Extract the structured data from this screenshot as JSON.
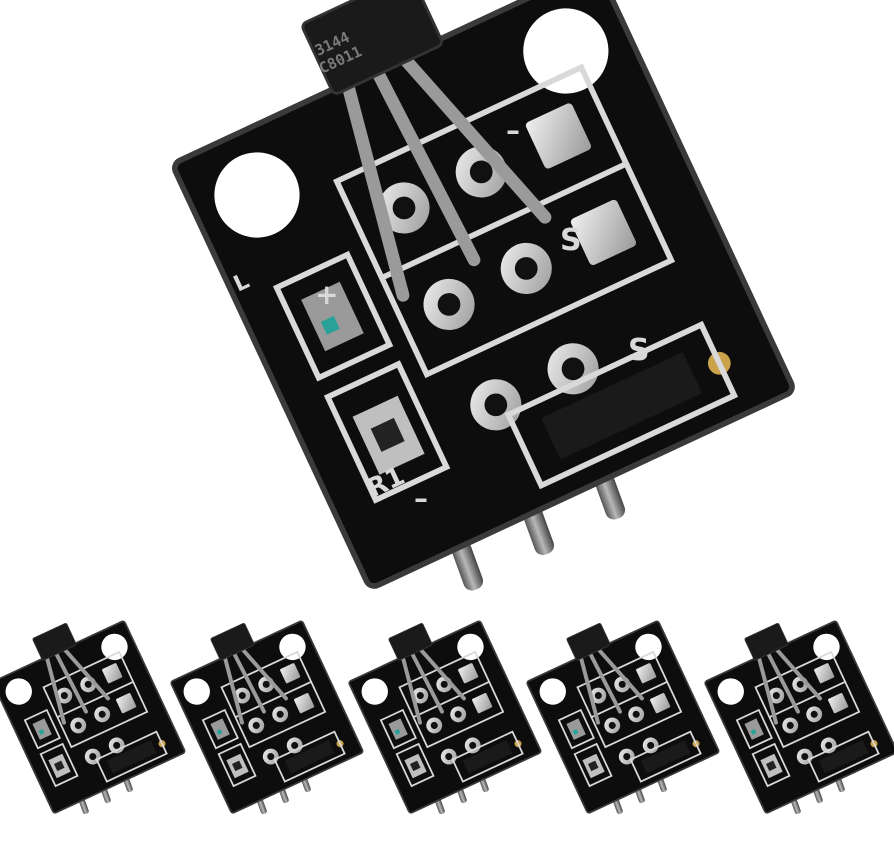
{
  "product": {
    "sensor_chip_line1": "3144",
    "sensor_chip_line2": "C8011",
    "silk_signal_top": "S",
    "silk_signal_right": "S",
    "silk_resistor": "R1",
    "silk_led": "L",
    "silk_plus": "+",
    "silk_minus": "–",
    "module_count": 6
  },
  "colors": {
    "board": "#0d0d0d",
    "board_edge": "#3a3a3a",
    "silkscreen": "#d9d9d9",
    "pad": "#c8c8c8",
    "pin": "#8c8c8c",
    "background": "#ffffff"
  }
}
